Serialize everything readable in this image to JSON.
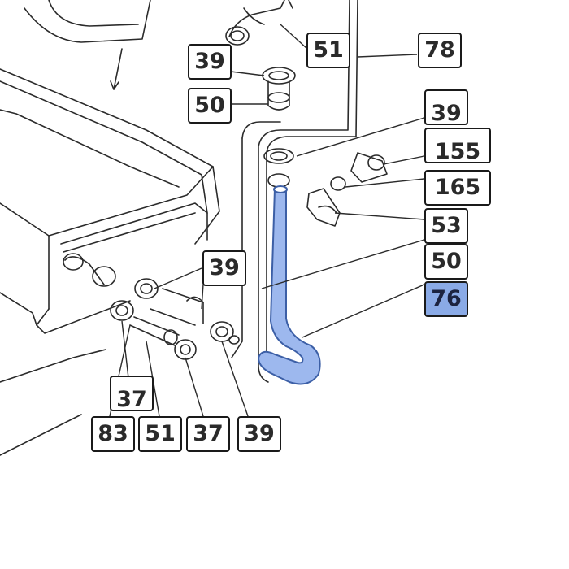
{
  "colors": {
    "highlight": "#8aaae6",
    "hose_fill": "#9db8ee",
    "line": "#2b2b2b",
    "box_border": "#1a1a1a"
  },
  "callouts": {
    "c51_top": "51",
    "c78": "78",
    "c39_a": "39",
    "c50_a": "50",
    "c39_b": "39",
    "c155": "155",
    "c165": "165",
    "c53": "53",
    "c50_b": "50",
    "c76": "76",
    "c39_c": "39",
    "c37_a": "37",
    "c83": "83",
    "c51_b": "51",
    "c37_b": "37",
    "c39_d": "39"
  },
  "highlighted_part": "76"
}
